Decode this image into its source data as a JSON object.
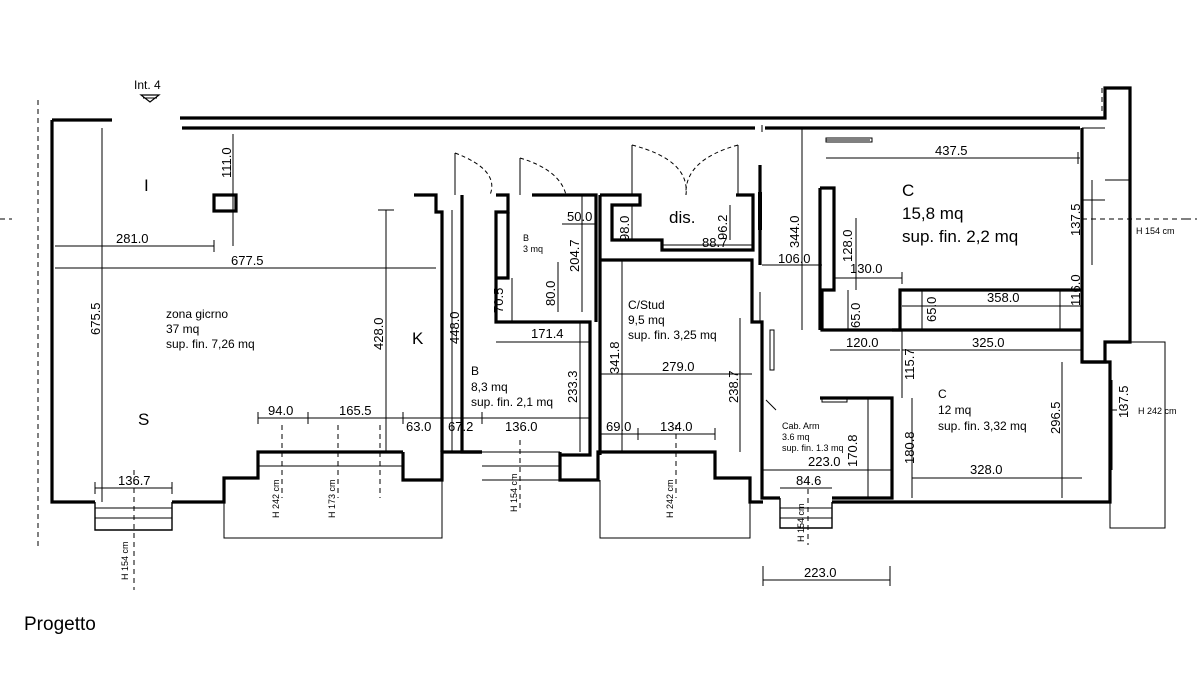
{
  "caption": "Progetto",
  "entrance": "Int. 4",
  "rooms": {
    "ingresso": {
      "name": "I"
    },
    "soggiorno": {
      "name": "S",
      "desc1": "zona gicrno",
      "desc2": "37 mq",
      "desc3": "sup. fin. 7,26 mq"
    },
    "cucina": {
      "name": "K"
    },
    "bagno_small": {
      "name": "B",
      "area": "3 mq"
    },
    "bagno": {
      "name": "B",
      "area": "8,3 mq",
      "sup": "sup. fin. 2,1 mq"
    },
    "disimpegno": {
      "name": "dis."
    },
    "studio": {
      "name": "C/Stud",
      "area": "9,5 mq",
      "sup": "sup. fin. 3,25 mq"
    },
    "camera1": {
      "name": "C",
      "area": "15,8  mq",
      "sup": "sup. fin. 2,2 mq"
    },
    "camera2": {
      "name": "C",
      "area": "12 mq",
      "sup": "sup. fin. 3,32 mq"
    },
    "cabina": {
      "name": "Cab. Arm",
      "area": "3.6 mq",
      "sup": "sup. fin. 1.3 mq"
    }
  },
  "dimensions": {
    "d111": "111.0",
    "d281": "281.0",
    "d677": "677.5",
    "d675": "675.5",
    "d428": "428.0",
    "d448": "448.0",
    "d94": "94.0",
    "d165": "165.5",
    "d63": "63.0",
    "d672": "67.2",
    "d136a": "136.0",
    "d69": "69.0",
    "d134": "134.0",
    "d1367": "136.7",
    "d50": "50.0",
    "d2047": "204.7",
    "d705": "70.5",
    "d80": "80.0",
    "d1714": "171.4",
    "d2333": "233.3",
    "d98": "98.0",
    "d962": "96.2",
    "d887": "88.7",
    "d3418": "341.8",
    "d279": "279.0",
    "d2387": "238.7",
    "d344": "344.0",
    "d106": "106.0",
    "d4375": "437.5",
    "d1375a": "137.5",
    "d128": "128.0",
    "d130": "130.0",
    "d116": "116.0",
    "d358": "358.0",
    "d65a": "65.0",
    "d65b": "65.0",
    "d120": "120.0",
    "d325": "325.0",
    "d1157": "115.7",
    "d1808": "180.8",
    "d2965": "296.5",
    "d1375b": "137.5",
    "d328": "328.0",
    "d223a": "223.0",
    "d1708": "170.8",
    "d846": "84.6",
    "d223b": "223.0"
  },
  "heights": {
    "h242a": "H 242 cm",
    "h173": "H 173 cm",
    "h154a": "H 154 cm",
    "h242b": "H 242 cm",
    "h154b": "H 154 cm",
    "h154c": "H 154 cm",
    "h154d": "H 154 cm",
    "h242c": "H 242 cm"
  }
}
